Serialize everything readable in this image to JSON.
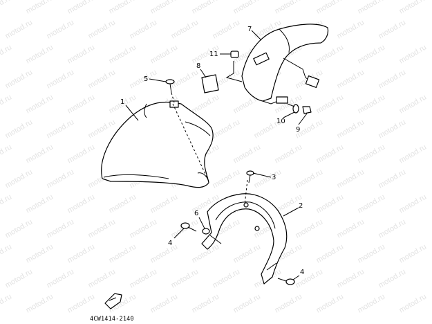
{
  "watermark": "motod.ru",
  "diagram_code": "4CW1414-2140",
  "callouts": {
    "c1": "1",
    "c2": "2",
    "c3": "3",
    "c4a": "4",
    "c4b": "4",
    "c5": "5",
    "c6": "6",
    "c7": "7",
    "c8": "8",
    "c9": "9",
    "c10": "10",
    "c11": "11"
  }
}
